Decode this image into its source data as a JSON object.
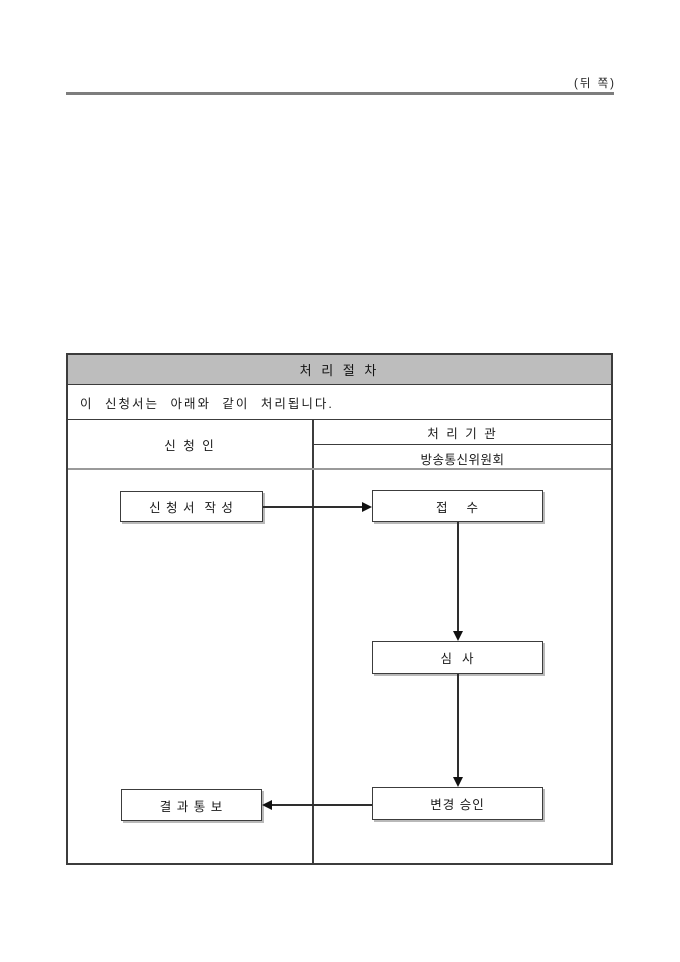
{
  "page": {
    "corner_label": "(뒤 쪽)"
  },
  "procedure_table": {
    "title": "처 리 절 차",
    "notice": "이 신청서는 아래와 같이 처리됩니다.",
    "applicant_column_header": "신 청 인",
    "agency_column_header": "처 리 기 관",
    "agency_name": "방송통신위원회"
  },
  "flowchart": {
    "steps": [
      {
        "label": "신 청 서  작 성"
      },
      {
        "label": "접    수"
      },
      {
        "label": "심  사"
      },
      {
        "label": "변경 승인"
      },
      {
        "label": "결 과 통 보"
      }
    ]
  },
  "colors": {
    "title_row_background": "#bdbdbd",
    "table_border": "#3c3c3c",
    "top_rule": "#7d7d7d"
  }
}
